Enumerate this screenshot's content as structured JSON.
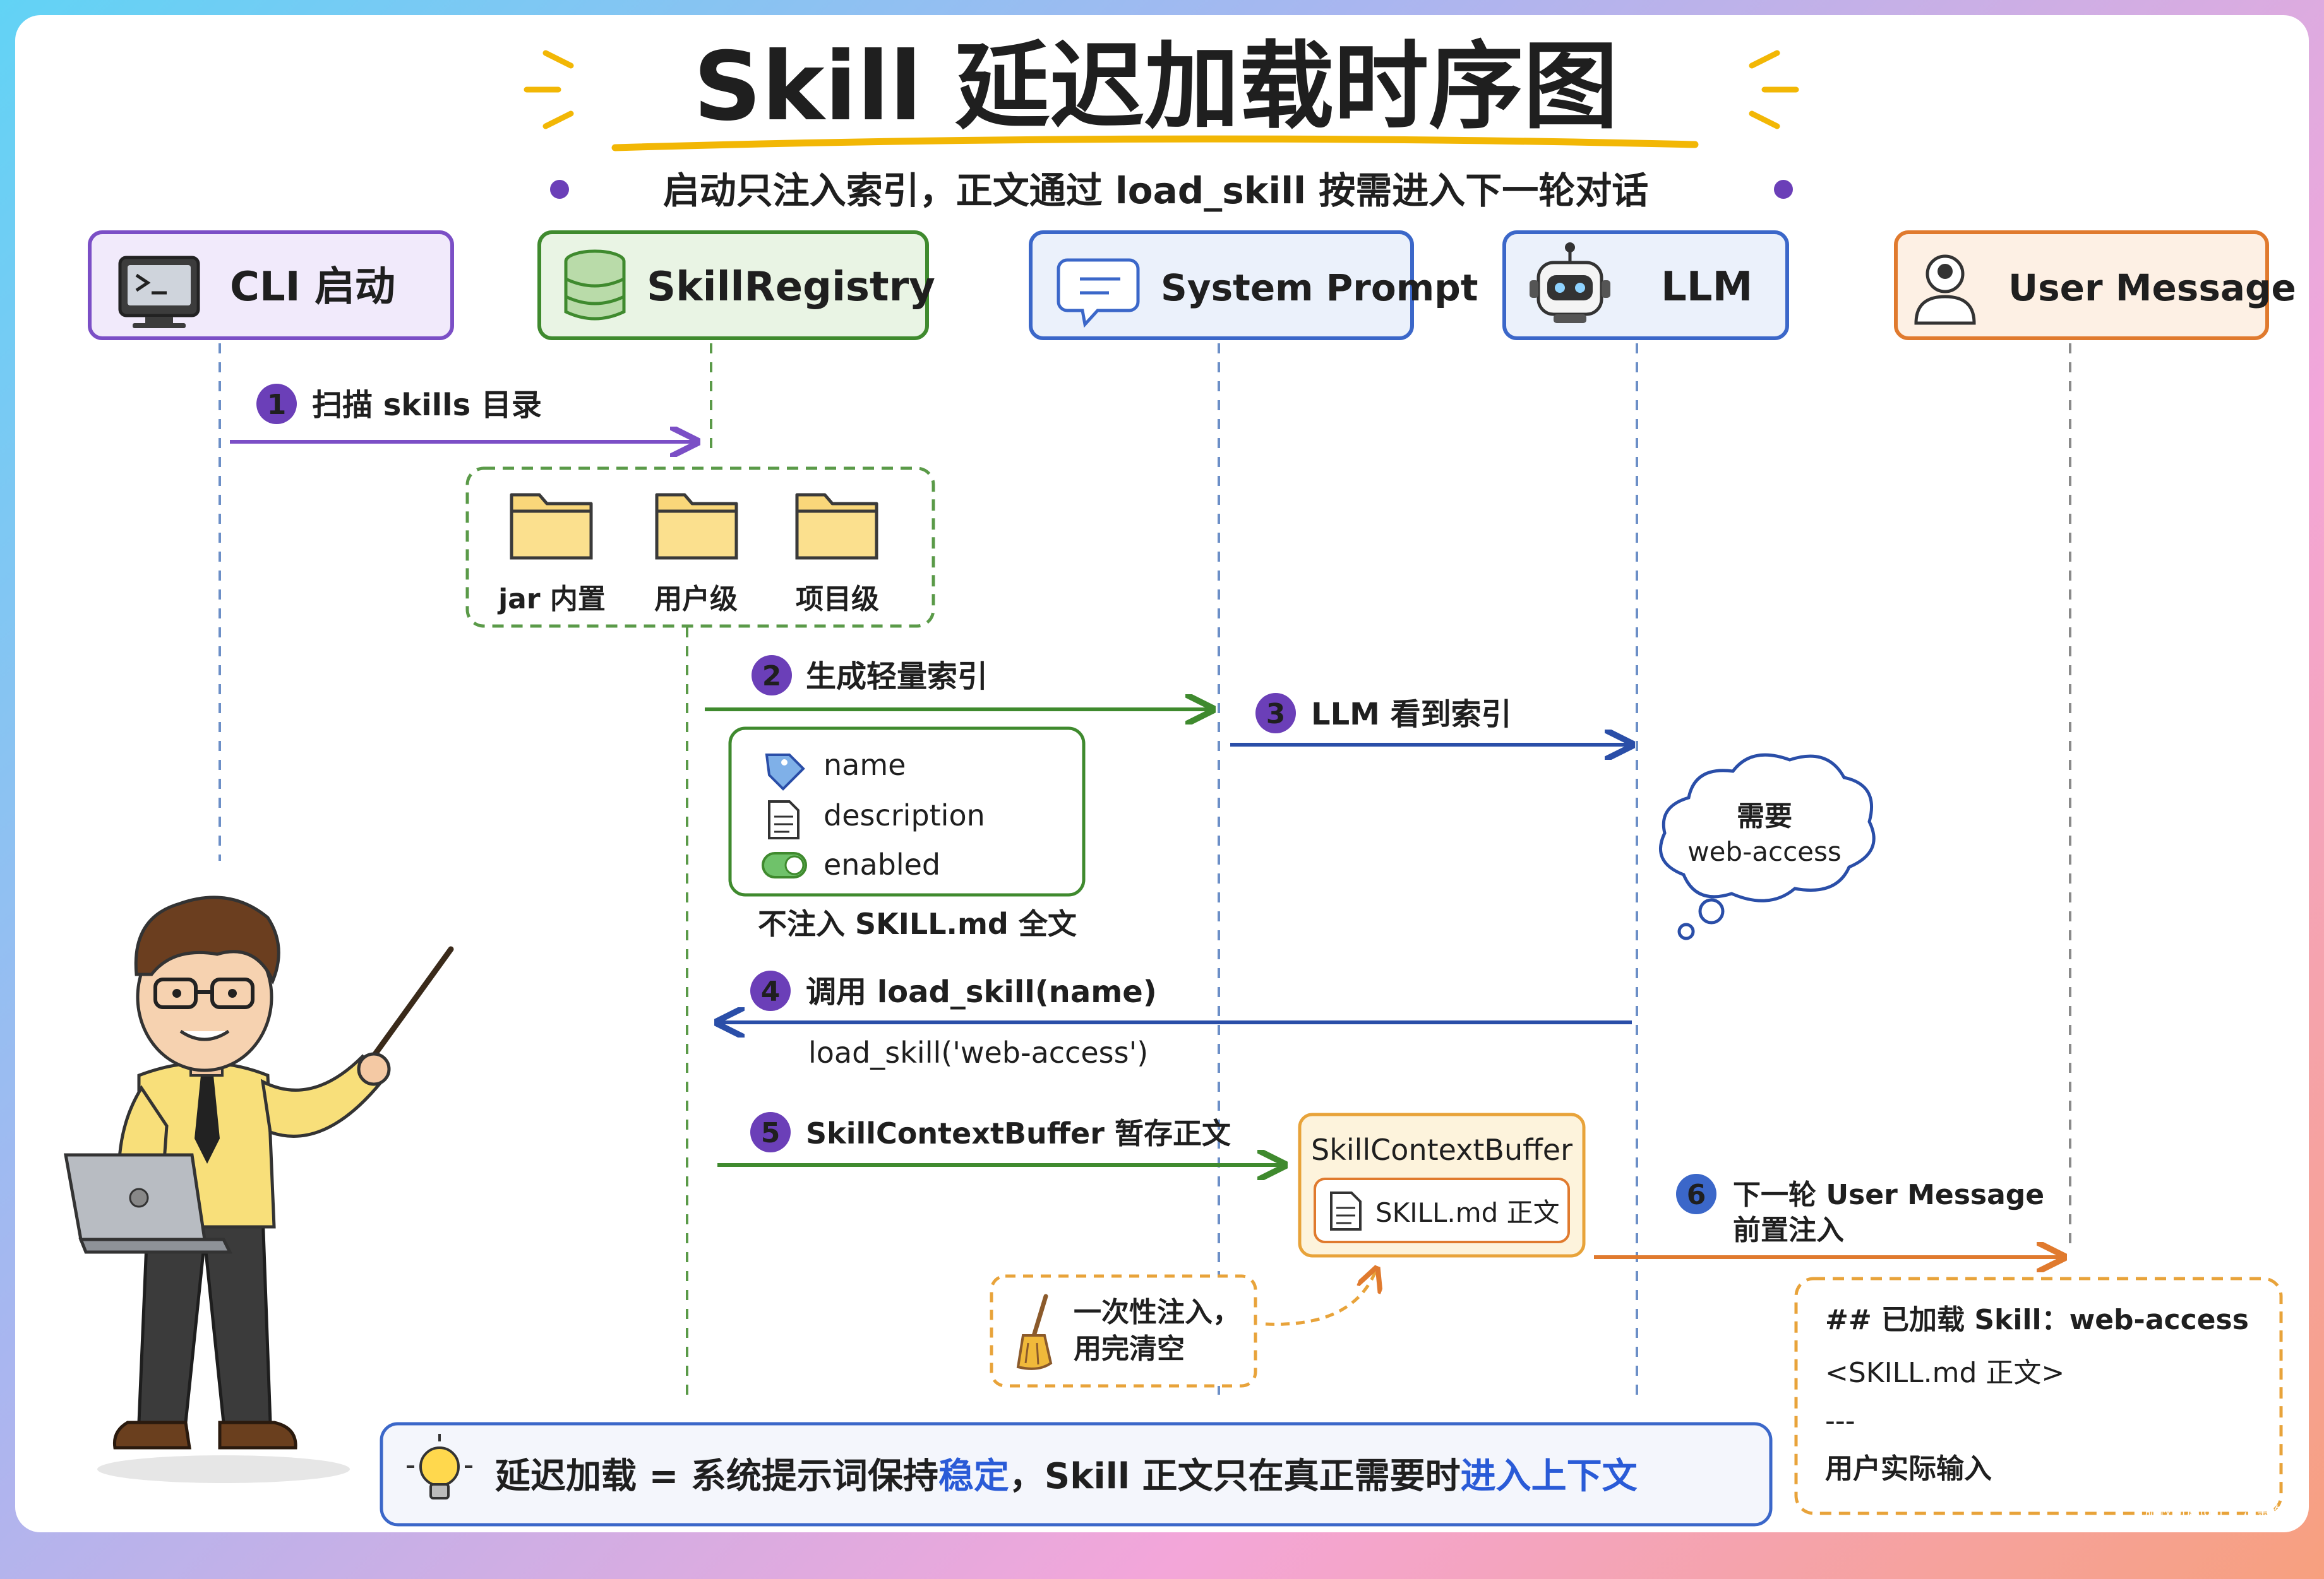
{
  "title": "Skill 延迟加载时序图",
  "subtitle": "启动只注入索引，正文通过 load_skill 按需进入下一轮对话",
  "lanes": [
    {
      "label": "CLI 启动",
      "icon": "terminal-icon",
      "color": "#7b4fc6",
      "fill": "#f1eafb"
    },
    {
      "label": "SkillRegistry",
      "icon": "database-icon",
      "color": "#3f8a2e",
      "fill": "#e9f4e4"
    },
    {
      "label": "System Prompt",
      "icon": "chat-bubble-icon",
      "color": "#3b67c9",
      "fill": "#ebf1fb"
    },
    {
      "label": "LLM",
      "icon": "robot-icon",
      "color": "#3b67c9",
      "fill": "#ebf1fb"
    },
    {
      "label": "User Message",
      "icon": "user-icon",
      "color": "#e07a2e",
      "fill": "#fdf0e4"
    }
  ],
  "steps": [
    {
      "num": "1",
      "label": "扫描 skills 目录",
      "color": "#6b3fb8"
    },
    {
      "num": "2",
      "label": "生成轻量索引",
      "color": "#6b3fb8"
    },
    {
      "num": "3",
      "label": "LLM 看到索引",
      "color": "#6b3fb8"
    },
    {
      "num": "4",
      "label": "调用 load_skill(name)",
      "color": "#6b3fb8"
    },
    {
      "num": "5",
      "label": "SkillContextBuffer 暂存正文",
      "color": "#6b3fb8"
    },
    {
      "num": "6",
      "label_line1": "下一轮 User Message",
      "label_line2": "前置注入",
      "color": "#3b67c9"
    }
  ],
  "folders": [
    "jar 内置",
    "用户级",
    "项目级"
  ],
  "index_fields": [
    {
      "icon": "tag-icon",
      "label": "name"
    },
    {
      "icon": "document-icon",
      "label": "description"
    },
    {
      "icon": "toggle-icon",
      "label": "enabled"
    }
  ],
  "index_note": "不注入 SKILL.md 全文",
  "thought": {
    "line1": "需要",
    "line2": "web-access"
  },
  "load_call": "load_skill('web-access')",
  "buffer": {
    "title": "SkillContextBuffer",
    "doc": "SKILL.md 正文"
  },
  "cleanup": {
    "line1": "一次性注入，",
    "line2": "用完清空"
  },
  "message_box": {
    "line1": "## 已加载 Skill：web-access",
    "line2": "<SKILL.md 正文>",
    "line3": "---",
    "line4": "用户实际输入"
  },
  "footer": {
    "part1": "延迟加载 = 系统提示词保持",
    "highlight1": "稳定",
    "part2": "，Skill 正文只在真正需要时",
    "highlight2": "进入上下文"
  },
  "watermark": "版权所属@王二是条狗",
  "colors": {
    "purple": "#6b3fb8",
    "green": "#3f8a2e",
    "blue": "#2a4ea8",
    "orange": "#e07a2e",
    "highlight_blue": "#2a5bd7"
  }
}
